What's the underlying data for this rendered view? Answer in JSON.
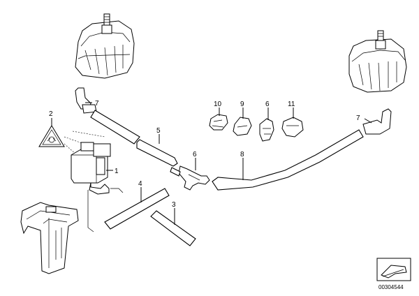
{
  "callouts": {
    "c1": "1",
    "c2": "2",
    "c3": "3",
    "c4": "4",
    "c5": "5",
    "c6a": "6",
    "c6b": "6",
    "c7a": "7",
    "c7b": "7",
    "c8": "8",
    "c9": "9",
    "c10": "10",
    "c11": "11"
  },
  "part_number": "00304544"
}
